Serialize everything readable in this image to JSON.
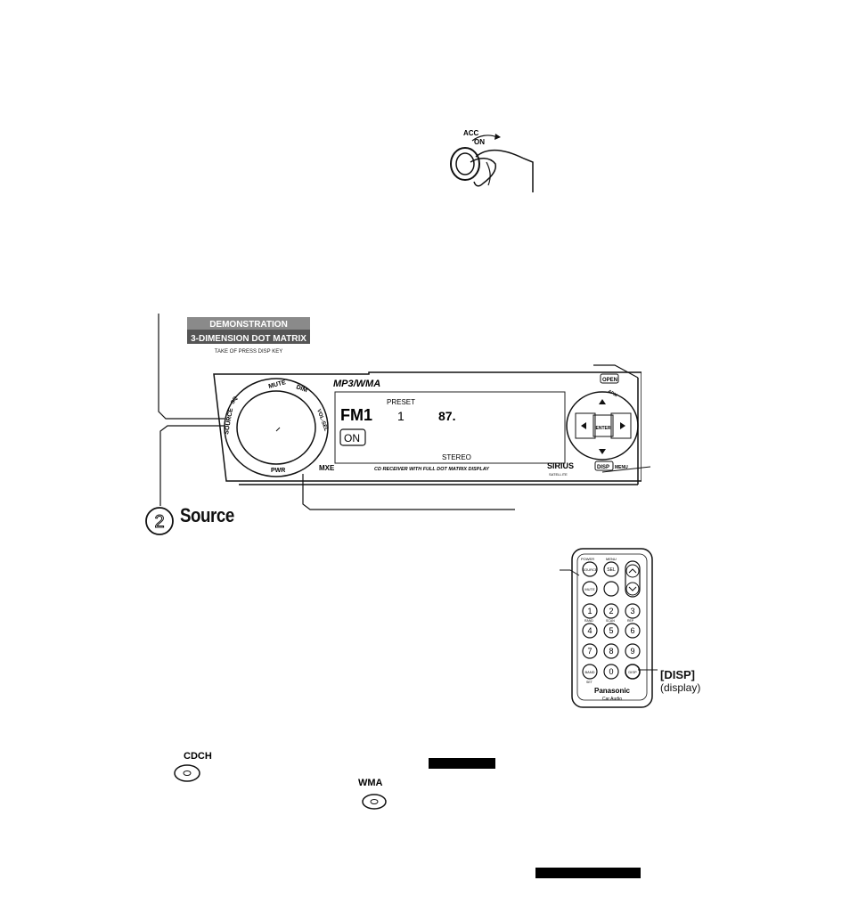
{
  "ignition": {
    "acc": "ACC",
    "on": "ON"
  },
  "demo": {
    "line1": "DEMONSTRATION",
    "line2": "3-DIMENSION DOT MATRIX",
    "line3": "TAKE OF PRESS DISP KEY"
  },
  "head_unit": {
    "mp3_wma": "MP3/WMA",
    "buttons": {
      "mute": "MUTE",
      "dim": "DIM",
      "source": "SOURCE",
      "sq": "SQ",
      "vol_sel": "VOL-SEL",
      "pwr": "PWR",
      "disp": "DISP",
      "open": "OPEN",
      "apm": "APM",
      "menu": "MENU"
    },
    "display": {
      "band": "FM1",
      "preset_label": "PRESET",
      "preset": "1",
      "freq": "87.",
      "on": "ON",
      "stereo": "STEREO"
    },
    "bottom_text": "CD RECEIVER WITH FULL DOT MATRIX DISPLAY",
    "mxe": "MXE",
    "sirius": "SIRIUS",
    "sirius_sub": "SATELLITE",
    "nav_center": "ENTER"
  },
  "step": {
    "number": "2",
    "label": "Source"
  },
  "remote": {
    "labels": {
      "power": "POWER",
      "menu": "MENU",
      "source": "SOURCE",
      "sel": "SEL",
      "mute": "MUTE",
      "band": "BAND",
      "set": "SET",
      "disp": "DISP",
      "rand": "RAND",
      "scan": "SCAN",
      "rep": "REP"
    },
    "numbers": [
      "1",
      "2",
      "3",
      "4",
      "5",
      "6",
      "7",
      "8",
      "9",
      "0"
    ],
    "brand": "Panasonic",
    "brand_sub": "Car Audio"
  },
  "disp_callout": {
    "label": "[DISP]",
    "sub": "(display)"
  },
  "icons": {
    "cdch": "CDCH",
    "wma": "WMA"
  }
}
